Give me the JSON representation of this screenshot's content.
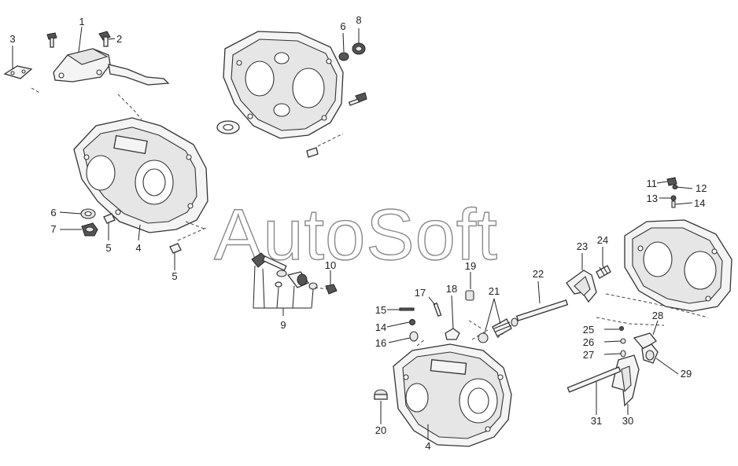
{
  "watermark": "AutoSoft",
  "callouts": {
    "c1": "1",
    "c2": "2",
    "c3": "3",
    "c4a": "4",
    "c4b": "4",
    "c5a": "5",
    "c5b": "5",
    "c6a": "6",
    "c6b": "6",
    "c7": "7",
    "c8": "8",
    "c9": "9",
    "c10": "10",
    "c11": "11",
    "c12": "12",
    "c13": "13",
    "c14a": "14",
    "c14b": "14",
    "c15": "15",
    "c16": "16",
    "c17": "17",
    "c18": "18",
    "c19": "19",
    "c20": "20",
    "c21": "21",
    "c22": "22",
    "c23": "23",
    "c24": "24",
    "c25": "25",
    "c26": "26",
    "c27": "27",
    "c28": "28",
    "c29": "29",
    "c30": "30",
    "c31": "31"
  },
  "colors": {
    "line": "#333333",
    "watermark": "#8a8a8a",
    "background": "#ffffff"
  }
}
